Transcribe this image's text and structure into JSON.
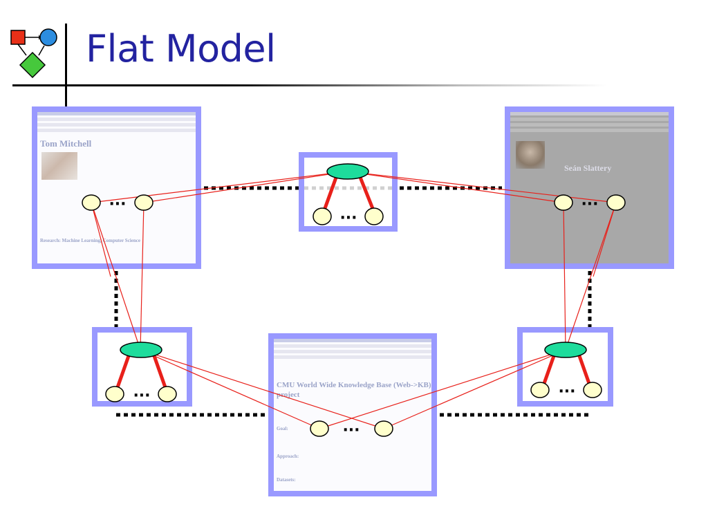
{
  "slide": {
    "title": "Flat Model"
  },
  "pages": {
    "tom": {
      "heading": "Tom Mitchell",
      "subheading": "Research: Machine Learning, Computer Science"
    },
    "sean": {
      "heading": "Seán Slattery"
    },
    "webkb": {
      "heading": "CMU World Wide Knowledge Base (Web->KB) project",
      "sections": [
        "Goal:",
        "Approach:",
        "Datasets:"
      ]
    }
  },
  "graph": {
    "ellipsis": "···"
  },
  "colors": {
    "page_border": "#9999ff",
    "root_node": "#1edc9c",
    "leaf_node": "#ffffcc",
    "link": "#e8201a",
    "title": "#2323a0"
  }
}
